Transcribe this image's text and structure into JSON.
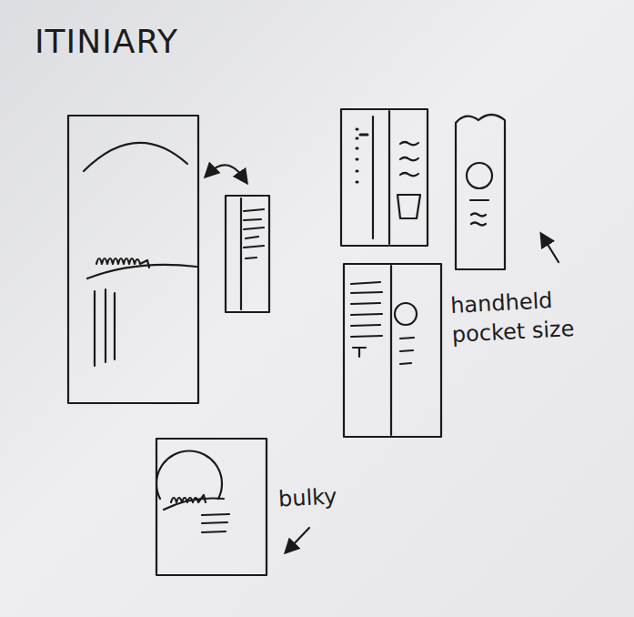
{
  "diagram": {
    "title": "ITINIARY",
    "labels": [
      "handheld pocket size",
      "bulky"
    ]
  }
}
